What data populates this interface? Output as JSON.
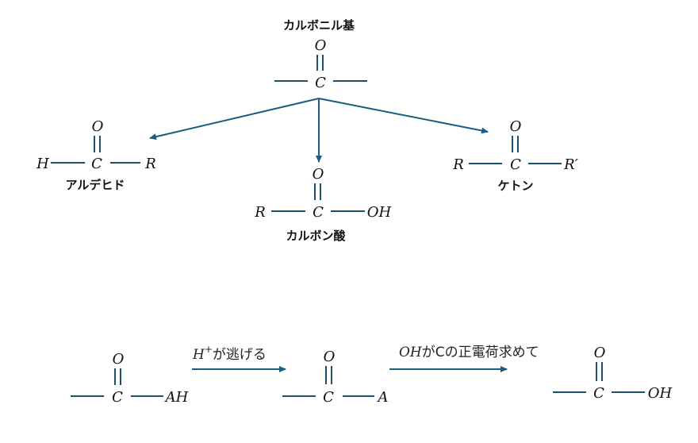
{
  "labels": {
    "carbonyl": "カルボニル基",
    "aldehyde": "アルデヒド",
    "carboxylic_acid": "カルボン酸",
    "ketone": "ケトン"
  },
  "atoms": {
    "O": "O",
    "C": "C",
    "H": "H",
    "R": "R",
    "R_prime": "R′",
    "OH": "OH",
    "AH": "AH",
    "A": "A"
  },
  "reaction_notes": {
    "step1_species": "H",
    "step1_superscript": "+",
    "step1_text": "が逃げる",
    "step2_species": "OH",
    "step2_text": "がCの正電荷求めて"
  },
  "colors": {
    "bond": "#1a4f6e",
    "arrow": "#1a5d82"
  }
}
